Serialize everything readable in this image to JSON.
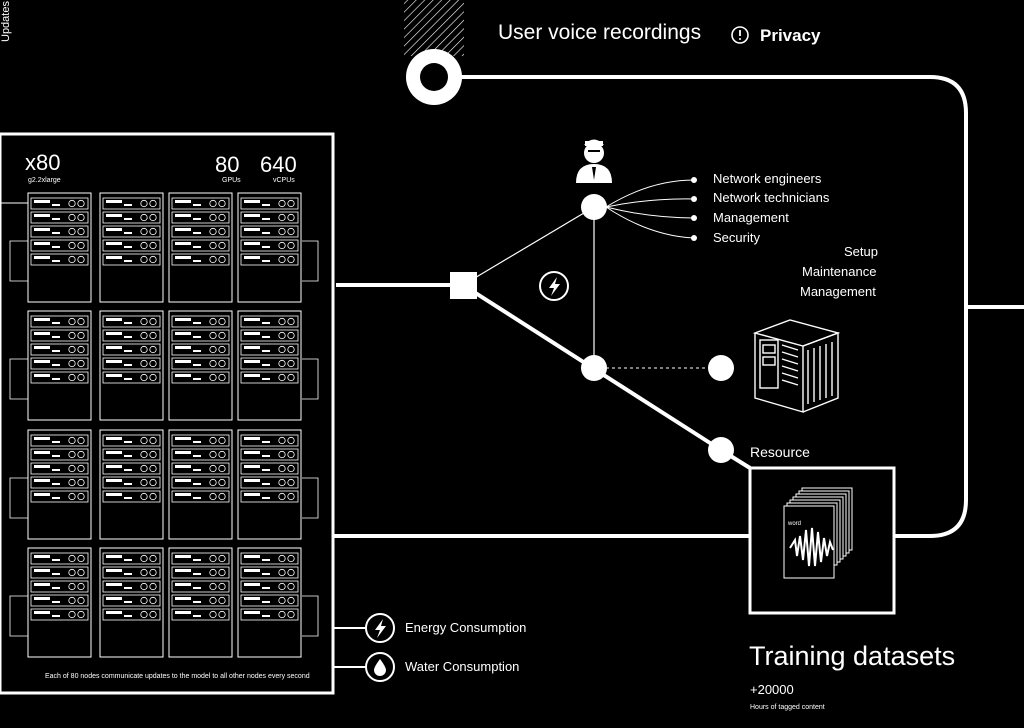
{
  "top_label": "Updates",
  "title": "User voice recordings",
  "privacy": "Privacy",
  "cluster": {
    "count": "x80",
    "instance": "g2.2xlarge",
    "gpus": "80",
    "gpus_label": "GPUs",
    "vcpus": "640",
    "vcpus_label": "vCPUs",
    "footnote": "Each of 80 nodes communicate updates to the model to all other nodes every second"
  },
  "roles": [
    "Network engineers",
    "Network technicians",
    "Management",
    "Security"
  ],
  "tasks": [
    "Setup",
    "Maintenance",
    "Management"
  ],
  "resource": "Resource",
  "word_label": "word",
  "consumption": [
    {
      "label": "Energy Consumption",
      "icon": "lightning-icon"
    },
    {
      "label": "Water Consumption",
      "icon": "droplet-icon"
    }
  ],
  "training": {
    "title": "Training datasets",
    "value": "+20000",
    "caption": "Hours of tagged content"
  },
  "colors": {
    "background": "#000000",
    "foreground": "#ffffff"
  }
}
